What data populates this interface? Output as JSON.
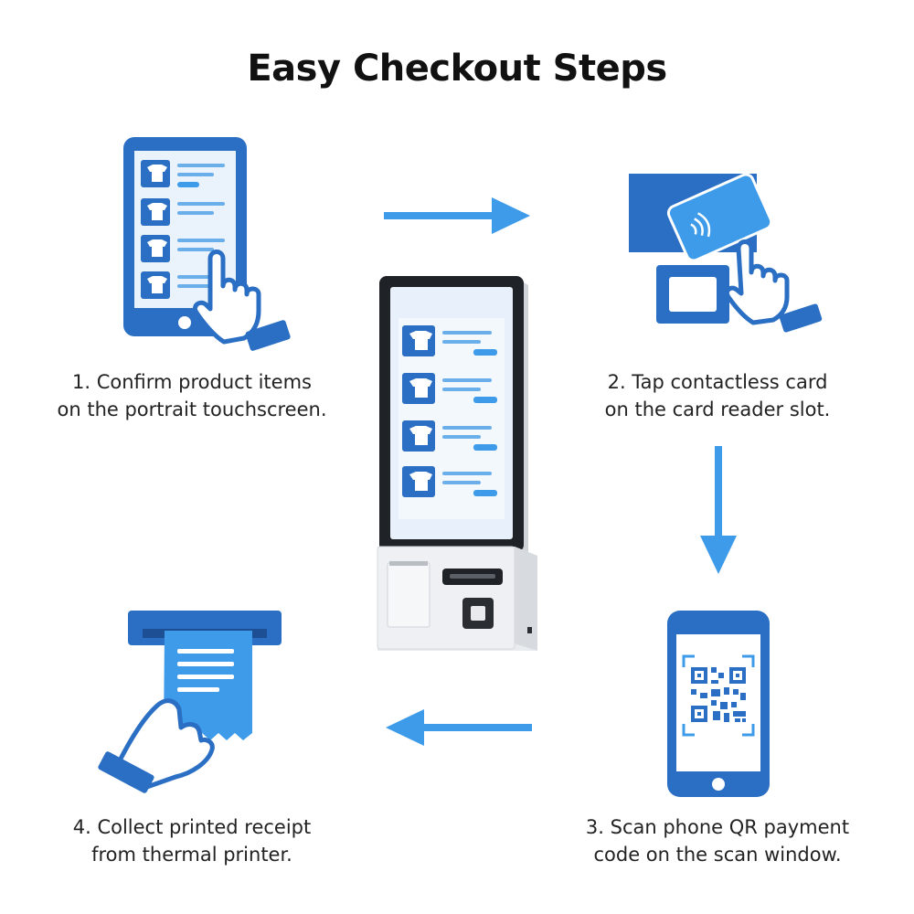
{
  "title": "Easy Checkout Steps",
  "colors": {
    "primary": "#2b6fc4",
    "light": "#3d9be9",
    "pale": "#d9e8f8"
  },
  "steps": [
    {
      "icon": "touchscreen-tablet-icon",
      "caption_line1": "1. Confirm product items",
      "caption_line2": "on the portrait touchscreen."
    },
    {
      "icon": "contactless-card-icon",
      "caption_line1": "2. Tap contactless card",
      "caption_line2": "on the card reader slot."
    },
    {
      "icon": "phone-qr-code-icon",
      "caption_line1": "3. Scan phone QR payment",
      "caption_line2": "code on the scan window."
    },
    {
      "icon": "printed-receipt-icon",
      "caption_line1": "4. Collect printed receipt",
      "caption_line2": "from thermal printer."
    }
  ]
}
